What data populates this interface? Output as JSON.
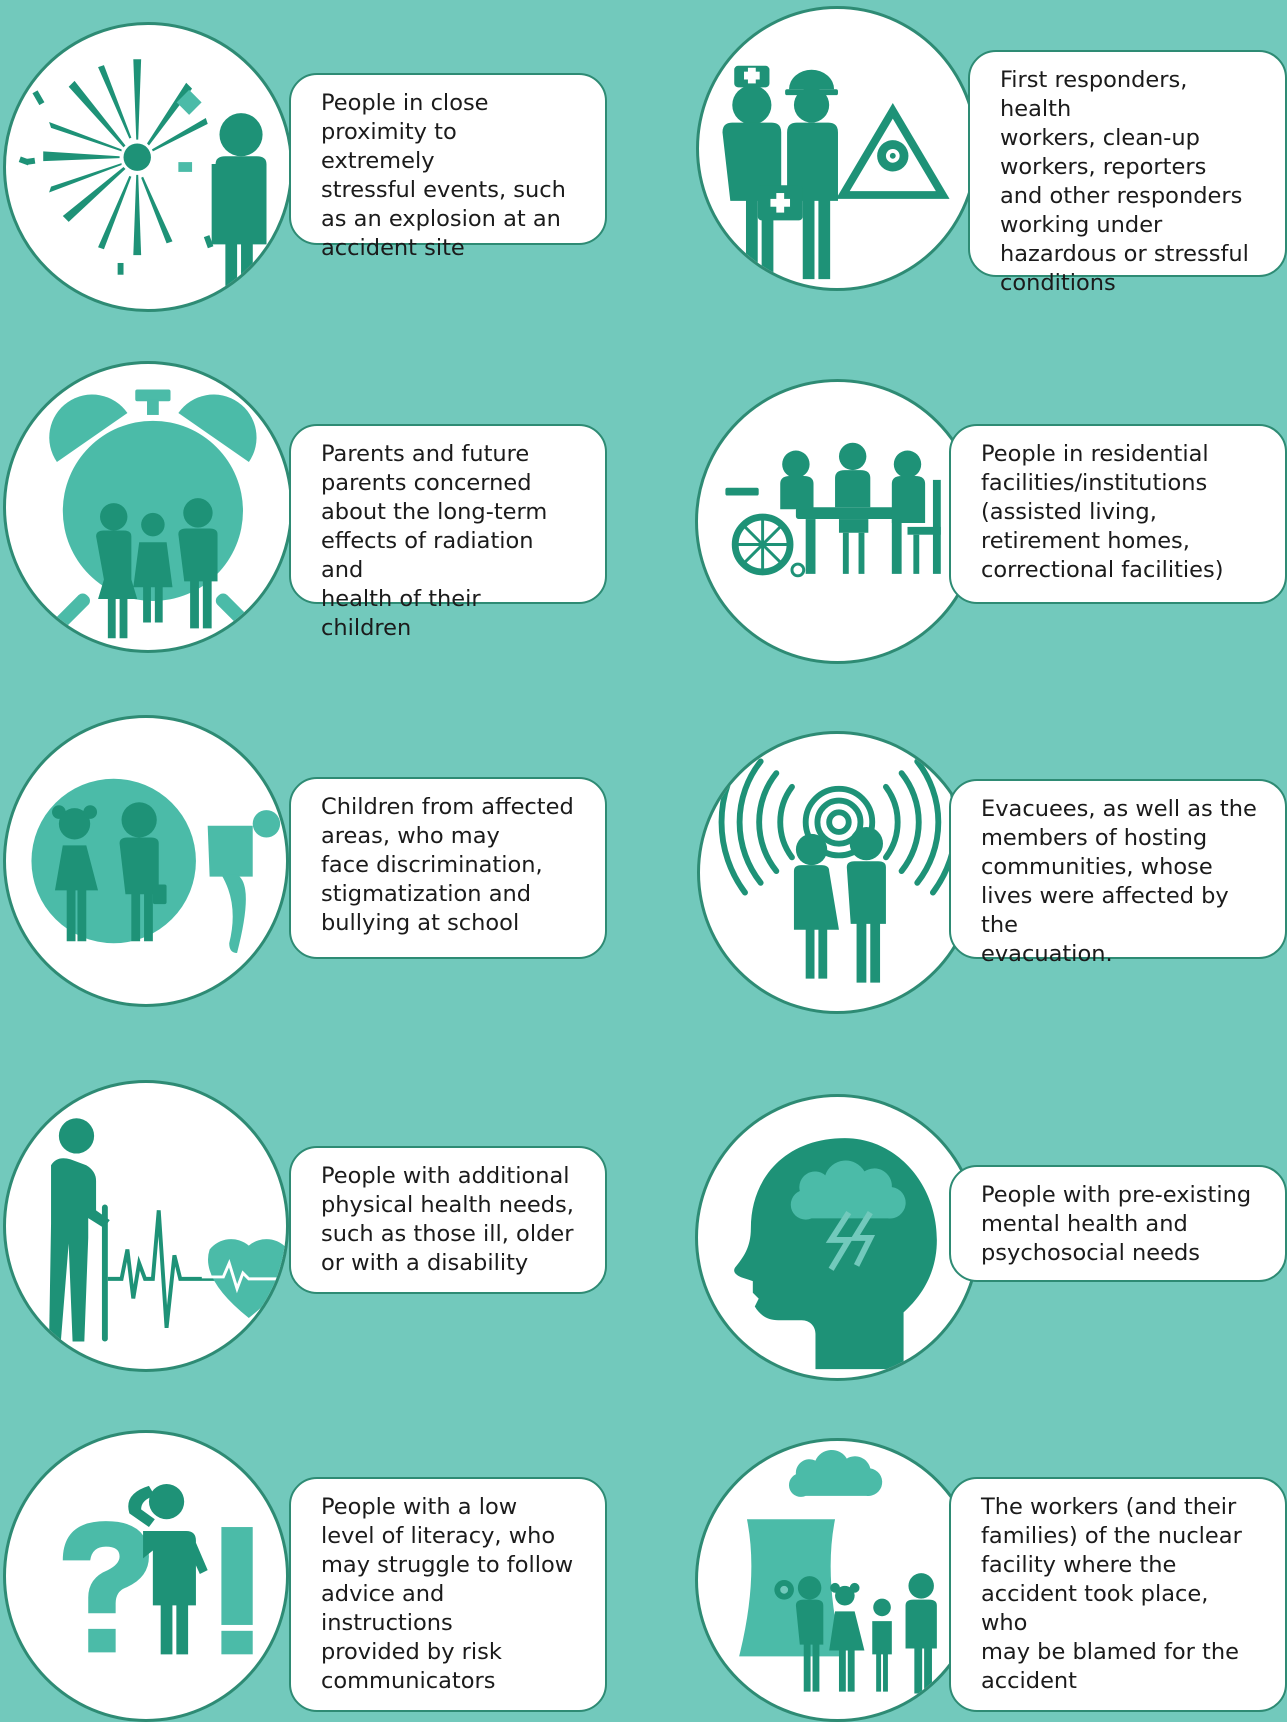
{
  "colors": {
    "background": "#72c9bc",
    "icon_dark": "#1e9277",
    "icon_light": "#4bbba8",
    "border": "#2e8b74"
  },
  "groups": [
    {
      "icon": "explosion-person-icon",
      "text": "People in close\nproximity to extremely\nstressful events, such\nas an explosion at an\naccident site"
    },
    {
      "icon": "responders-biohazard-icon",
      "text": "First responders, health\nworkers, clean-up\nworkers, reporters\nand other responders\nworking under\nhazardous or stressful\nconditions"
    },
    {
      "icon": "alarm-clock-family-icon",
      "text": "Parents and future\nparents concerned\nabout the long-term\neffects of radiation and\nhealth of their children"
    },
    {
      "icon": "residents-at-table-icon",
      "text": "People in residential\nfacilities/institutions\n(assisted living,\nretirement homes,\ncorrectional facilities)"
    },
    {
      "icon": "children-thumbs-down-icon",
      "text": "Children from affected\nareas, who may\nface discrimination,\nstigmatization and\nbullying at school"
    },
    {
      "icon": "evacuees-signal-icon",
      "text": "Evacuees, as well as the\nmembers of hosting\ncommunities, whose\nlives were affected by the\nevacuation."
    },
    {
      "icon": "elderly-heartbeat-icon",
      "text": "People with additional\nphysical health needs,\nsuch as those ill, older\nor with a disability"
    },
    {
      "icon": "head-storm-icon",
      "text": "People with pre-existing\nmental health and\npsychosocial needs"
    },
    {
      "icon": "confused-person-icon",
      "text": "People with a low\nlevel of literacy, who\nmay struggle to follow\nadvice and instructions\nprovided by risk\ncommunicators"
    },
    {
      "icon": "nuclear-plant-family-icon",
      "text": "The workers (and their\nfamilies) of the nuclear\nfacility where the\naccident took place, who\nmay be blamed for the\naccident"
    }
  ]
}
